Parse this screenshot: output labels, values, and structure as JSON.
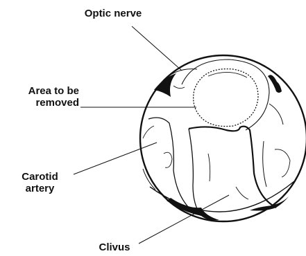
{
  "labels": {
    "optic_nerve": "Optic nerve",
    "area_line1": "Area to be",
    "area_line2": "removed",
    "carotid_line1": "Carotid",
    "carotid_line2": "artery",
    "clivus": "Clivus"
  },
  "colors": {
    "ink": "#111111",
    "background": "#ffffff"
  }
}
